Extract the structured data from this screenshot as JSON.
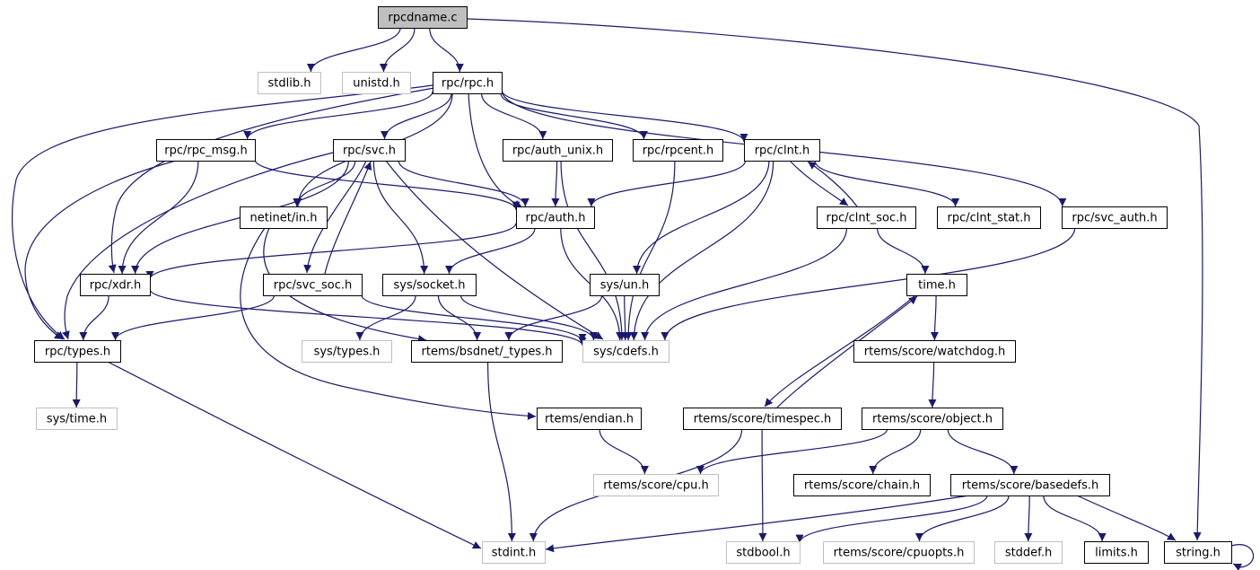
{
  "graph": {
    "colors": {
      "edge": "#191970",
      "node_border": "#000000",
      "external_border": "#bfbfbf",
      "root_fill": "#bfbfbf"
    },
    "nodes": {
      "rpcdname_c": "rpcdname.c",
      "stdlib_h": "stdlib.h",
      "unistd_h": "unistd.h",
      "rpc_rpc_h": "rpc/rpc.h",
      "string_h": "string.h",
      "rpc_rpc_msg_h": "rpc/rpc_msg.h",
      "rpc_svc_h": "rpc/svc.h",
      "rpc_auth_unix_h": "rpc/auth_unix.h",
      "rpc_rpcent_h": "rpc/rpcent.h",
      "rpc_clnt_h": "rpc/clnt.h",
      "netinet_in_h": "netinet/in.h",
      "rpc_auth_h": "rpc/auth.h",
      "rpc_clnt_soc_h": "rpc/clnt_soc.h",
      "rpc_clnt_stat_h": "rpc/clnt_stat.h",
      "rpc_svc_auth_h": "rpc/svc_auth.h",
      "rpc_xdr_h": "rpc/xdr.h",
      "rpc_svc_soc_h": "rpc/svc_soc.h",
      "sys_socket_h": "sys/socket.h",
      "sys_un_h": "sys/un.h",
      "time_h": "time.h",
      "rpc_types_h": "rpc/types.h",
      "sys_types_h": "sys/types.h",
      "rtems_bsdnet_types_h": "rtems/bsdnet/_types.h",
      "sys_cdefs_h": "sys/cdefs.h",
      "rtems_score_watchdog_h": "rtems/score/watchdog.h",
      "sys_time_h": "sys/time.h",
      "rtems_endian_h": "rtems/endian.h",
      "rtems_score_timespec_h": "rtems/score/timespec.h",
      "rtems_score_object_h": "rtems/score/object.h",
      "rtems_score_cpu_h": "rtems/score/cpu.h",
      "rtems_score_chain_h": "rtems/score/chain.h",
      "rtems_score_basedefs_h": "rtems/score/basedefs.h",
      "stdint_h": "stdint.h",
      "stdbool_h": "stdbool.h",
      "rtems_score_cpuopts_h": "rtems/score/cpuopts.h",
      "stddef_h": "stddef.h",
      "limits_h": "limits.h"
    },
    "edges": [
      [
        "rpcdname_c",
        "stdlib_h"
      ],
      [
        "rpcdname_c",
        "unistd_h"
      ],
      [
        "rpcdname_c",
        "rpc_rpc_h"
      ],
      [
        "rpcdname_c",
        "string_h"
      ],
      [
        "rpc_rpc_h",
        "rpc_types_h"
      ],
      [
        "rpc_rpc_h",
        "rpc_xdr_h"
      ],
      [
        "rpc_rpc_h",
        "rpc_rpc_msg_h"
      ],
      [
        "rpc_rpc_h",
        "netinet_in_h"
      ],
      [
        "rpc_rpc_h",
        "rpc_svc_h"
      ],
      [
        "rpc_rpc_h",
        "rpc_auth_h"
      ],
      [
        "rpc_rpc_h",
        "rpc_auth_unix_h"
      ],
      [
        "rpc_rpc_h",
        "rpc_rpcent_h"
      ],
      [
        "rpc_rpc_h",
        "rpc_clnt_h"
      ],
      [
        "rpc_rpc_h",
        "rpc_svc_auth_h"
      ],
      [
        "rpc_rpc_msg_h",
        "rpc_types_h"
      ],
      [
        "rpc_rpc_msg_h",
        "rpc_xdr_h"
      ],
      [
        "rpc_rpc_msg_h",
        "rpc_auth_h"
      ],
      [
        "rpc_svc_h",
        "rpc_types_h"
      ],
      [
        "rpc_svc_h",
        "rpc_xdr_h"
      ],
      [
        "rpc_svc_h",
        "netinet_in_h"
      ],
      [
        "rpc_svc_h",
        "rpc_auth_h"
      ],
      [
        "rpc_svc_h",
        "rpc_svc_soc_h"
      ],
      [
        "rpc_svc_h",
        "sys_socket_h"
      ],
      [
        "rpc_svc_h",
        "sys_cdefs_h"
      ],
      [
        "rpc_auth_unix_h",
        "rpc_auth_h"
      ],
      [
        "rpc_auth_unix_h",
        "sys_cdefs_h"
      ],
      [
        "rpc_rpcent_h",
        "sys_cdefs_h"
      ],
      [
        "rpc_clnt_h",
        "rpc_auth_h"
      ],
      [
        "rpc_clnt_h",
        "rpc_clnt_soc_h"
      ],
      [
        "rpc_clnt_h",
        "rpc_clnt_stat_h"
      ],
      [
        "rpc_clnt_h",
        "sys_un_h"
      ],
      [
        "rpc_clnt_h",
        "sys_cdefs_h"
      ],
      [
        "rpc_clnt_soc_h",
        "rpc_clnt_h"
      ],
      [
        "rpc_clnt_soc_h",
        "time_h"
      ],
      [
        "rpc_clnt_soc_h",
        "sys_cdefs_h"
      ],
      [
        "rpc_svc_auth_h",
        "sys_cdefs_h"
      ],
      [
        "netinet_in_h",
        "rtems_bsdnet_types_h"
      ],
      [
        "netinet_in_h",
        "rtems_endian_h"
      ],
      [
        "rpc_auth_h",
        "rpc_xdr_h"
      ],
      [
        "rpc_auth_h",
        "sys_socket_h"
      ],
      [
        "rpc_auth_h",
        "sys_cdefs_h"
      ],
      [
        "rpc_xdr_h",
        "rpc_types_h"
      ],
      [
        "rpc_xdr_h",
        "sys_cdefs_h"
      ],
      [
        "rpc_svc_soc_h",
        "rpc_svc_h"
      ],
      [
        "rpc_svc_soc_h",
        "rpc_types_h"
      ],
      [
        "rpc_svc_soc_h",
        "sys_cdefs_h"
      ],
      [
        "sys_socket_h",
        "sys_types_h"
      ],
      [
        "sys_socket_h",
        "rtems_bsdnet_types_h"
      ],
      [
        "sys_socket_h",
        "sys_cdefs_h"
      ],
      [
        "sys_un_h",
        "rtems_bsdnet_types_h"
      ],
      [
        "sys_un_h",
        "sys_cdefs_h"
      ],
      [
        "time_h",
        "rtems_score_watchdog_h"
      ],
      [
        "time_h",
        "rtems_score_timespec_h"
      ],
      [
        "rpc_types_h",
        "sys_time_h"
      ],
      [
        "rpc_types_h",
        "stdint_h"
      ],
      [
        "rtems_bsdnet_types_h",
        "stdint_h"
      ],
      [
        "rtems_score_watchdog_h",
        "rtems_score_object_h"
      ],
      [
        "rtems_endian_h",
        "rtems_score_cpu_h"
      ],
      [
        "rtems_score_timespec_h",
        "time_h"
      ],
      [
        "rtems_score_timespec_h",
        "stdint_h"
      ],
      [
        "rtems_score_timespec_h",
        "stdbool_h"
      ],
      [
        "rtems_score_object_h",
        "rtems_score_cpu_h"
      ],
      [
        "rtems_score_object_h",
        "rtems_score_chain_h"
      ],
      [
        "rtems_score_object_h",
        "rtems_score_basedefs_h"
      ],
      [
        "rtems_score_basedefs_h",
        "stdint_h"
      ],
      [
        "rtems_score_basedefs_h",
        "stdbool_h"
      ],
      [
        "rtems_score_basedefs_h",
        "rtems_score_cpuopts_h"
      ],
      [
        "rtems_score_basedefs_h",
        "stddef_h"
      ],
      [
        "rtems_score_basedefs_h",
        "limits_h"
      ],
      [
        "rtems_score_basedefs_h",
        "string_h"
      ],
      [
        "string_h",
        "string_h"
      ]
    ]
  }
}
